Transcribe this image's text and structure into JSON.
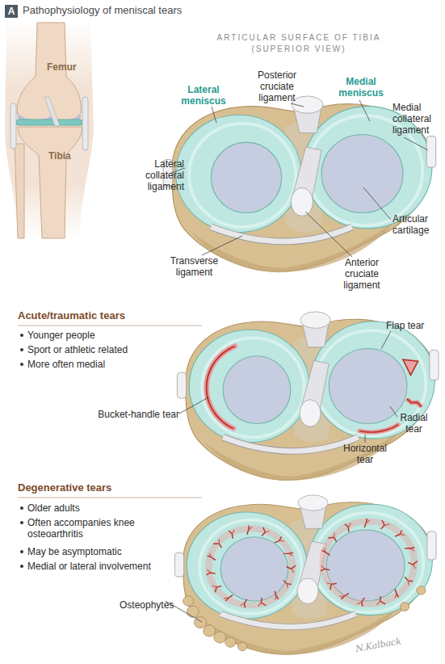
{
  "diagram": {
    "title": "Pathophysiology of meniscal tears",
    "nodes": [
      {
        "text": [
          "A"
        ]
      }
    ],
    "labels": [
      "Femur",
      "Tibia",
      "ARTICULAR SURFACE OF TIBIA (SUPERIOR VIEW)",
      "Lateral meniscus",
      "Posterior cruciate ligament",
      "Medial meniscus",
      "Medial collateral ligament",
      "Lateral collateral ligament",
      "Articular cartilage",
      "Transverse ligament",
      "Anterior cruciate ligament",
      "Acute/traumatic tears",
      "Younger people",
      "Sport or athletic related",
      "More often medial",
      "Flap tear",
      "Bucket-handle tear",
      "Radial tear",
      "Horizontal tear",
      "Degenerative tears",
      "Older adults",
      "Often accompanies knee osteoarthritis",
      "May be asymptomatic",
      "Medial or lateral involvement",
      "Osteophytes",
      "N.Kalback"
    ]
  }
}
